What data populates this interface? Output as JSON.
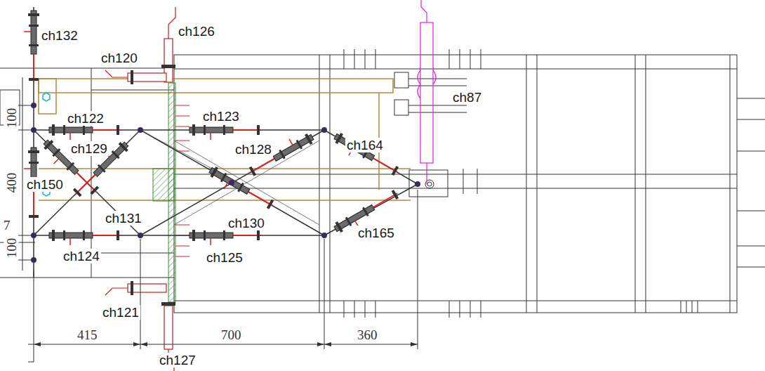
{
  "diagram": {
    "labels": [
      "ch132",
      "ch120",
      "ch126",
      "ch122",
      "ch123",
      "ch129",
      "ch128",
      "ch164",
      "ch87",
      "ch150",
      "ch131",
      "ch130",
      "ch165",
      "ch124",
      "ch125",
      "ch121",
      "ch127",
      "415",
      "700",
      "360",
      "100",
      "400",
      "100",
      "7"
    ]
  }
}
